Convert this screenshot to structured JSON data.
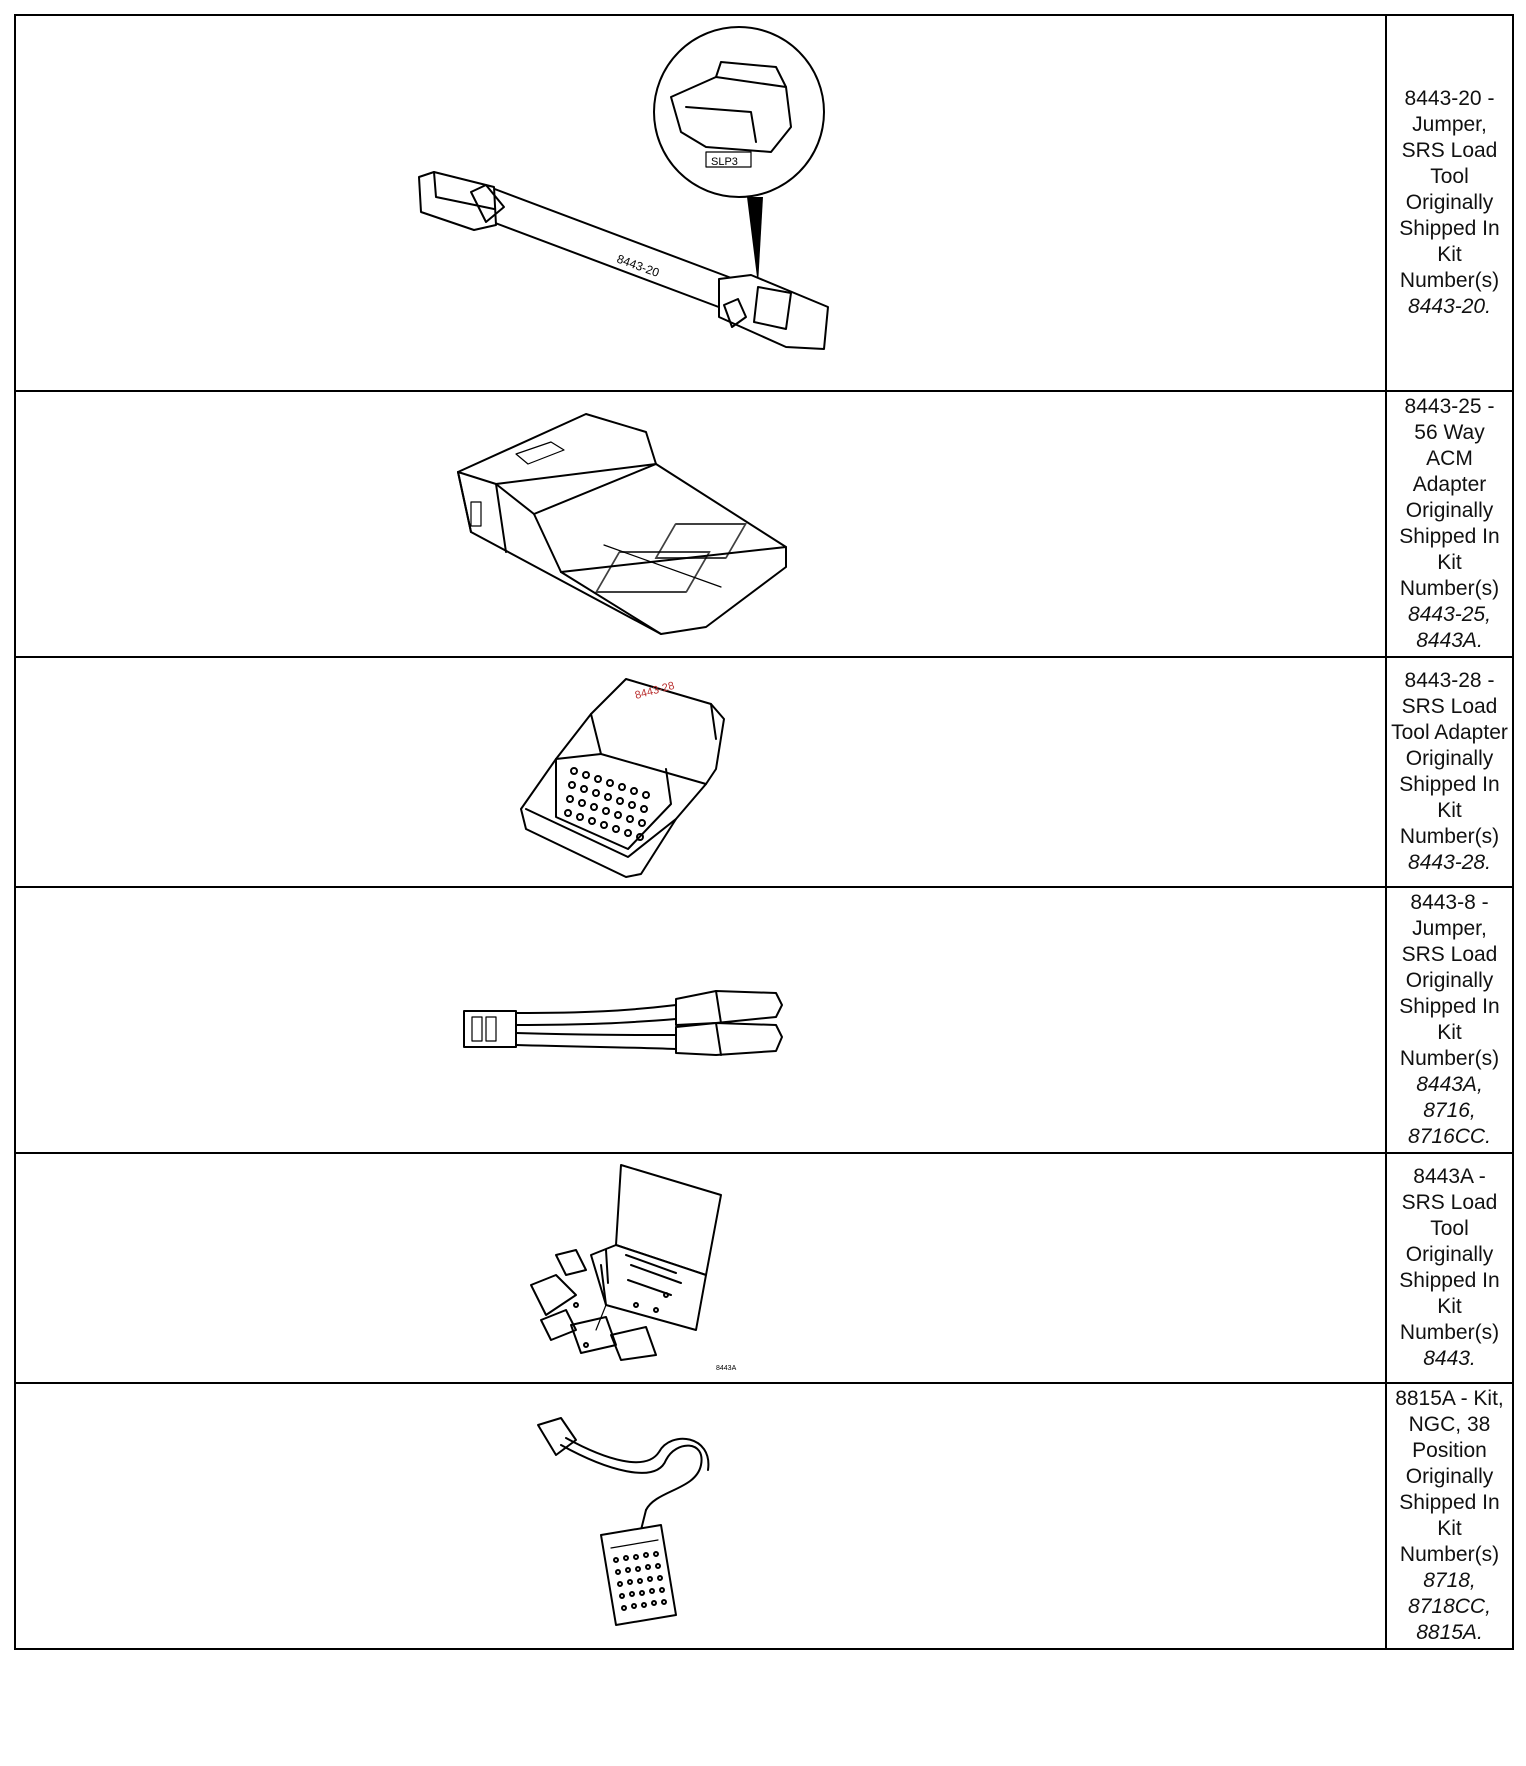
{
  "tools": [
    {
      "title": "8443-20 - Jumper, SRS Load Tool Originally Shipped In Kit Number(s)",
      "kits": "8443-20.",
      "illustration": "jumper-cable-with-connector-detail-icon",
      "part_marking": "8443-20"
    },
    {
      "title": "8443-25 - 56 Way ACM Adapter Originally Shipped In Kit Number(s)",
      "kits": "8443-25, 8443A.",
      "illustration": "acm-adapter-box-icon"
    },
    {
      "title": "8443-28 - SRS Load Tool Adapter Originally Shipped In Kit Number(s)",
      "kits": "8443-28.",
      "illustration": "load-tool-adapter-icon",
      "part_marking": "8443-28"
    },
    {
      "title": "8443-8 - Jumper, SRS Load Originally Shipped In Kit Number(s)",
      "kits": "8443A, 8716, 8716CC.",
      "illustration": "y-jumper-cable-icon"
    },
    {
      "title": "8443A - SRS Load Tool Originally Shipped In Kit Number(s)",
      "kits": "8443.",
      "illustration": "tool-kit-case-icon"
    },
    {
      "title": "8815A - Kit, NGC, 38 Position Originally Shipped In Kit Number(s)",
      "kits": "8718, 8718CC, 8815A.",
      "illustration": "ngc-breakout-box-icon"
    }
  ]
}
